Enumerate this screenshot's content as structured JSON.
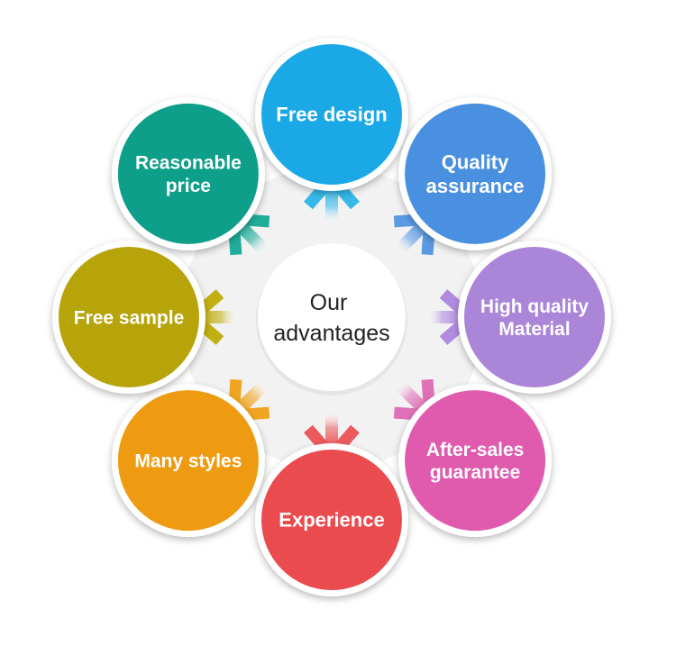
{
  "center": {
    "lines": [
      "Our",
      "advantages"
    ]
  },
  "nodes": [
    {
      "id": "free-design",
      "lines": [
        "Free design"
      ],
      "color": "#1aa9e6",
      "arrow_color": "#35b8ea"
    },
    {
      "id": "quality-assurance",
      "lines": [
        "Quality",
        "assurance"
      ],
      "color": "#4a90e0",
      "arrow_color": "#5a9ae4"
    },
    {
      "id": "high-quality-material",
      "lines": [
        "High quality",
        "Material"
      ],
      "color": "#ab85d8",
      "arrow_color": "#b18be0"
    },
    {
      "id": "after-sales-guarantee",
      "lines": [
        "After-sales",
        "guarantee"
      ],
      "color": "#e05aae",
      "arrow_color": "#e070b8"
    },
    {
      "id": "experience",
      "lines": [
        "Experience"
      ],
      "color": "#ea4b4f",
      "arrow_color": "#ec5a5c"
    },
    {
      "id": "many-styles",
      "lines": [
        "Many styles"
      ],
      "color": "#ef9b12",
      "arrow_color": "#f0a520"
    },
    {
      "id": "free-sample",
      "lines": [
        "Free sample"
      ],
      "color": "#b6a40a",
      "arrow_color": "#c2b012"
    },
    {
      "id": "reasonable-price",
      "lines": [
        "Reasonable",
        "price"
      ],
      "color": "#0e9f8a",
      "arrow_color": "#20ad9a"
    }
  ]
}
